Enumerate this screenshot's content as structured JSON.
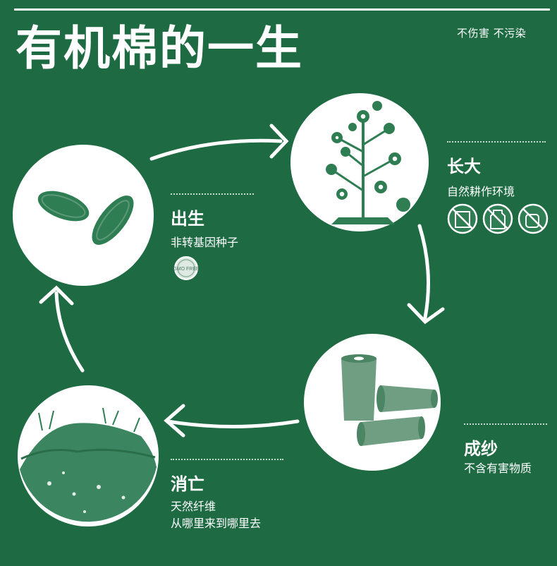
{
  "title": "有机棉的一生",
  "tagline": "不伤害 不污染",
  "stages": {
    "birth": {
      "head": "出生",
      "sub": "非转基因种子",
      "badge": "GMO FREE"
    },
    "grow": {
      "head": "长大",
      "sub": "自然耕作环境",
      "icons": [
        "no-fertilizer-icon",
        "no-pesticide-icon",
        "no-spray-icon"
      ]
    },
    "yarn": {
      "head": "成纱",
      "sub": "不含有害物质"
    },
    "decay": {
      "head": "消亡",
      "sub1": "天然纤维",
      "sub2": "从哪里来到哪里去"
    }
  },
  "colors": {
    "background": "#1e6b43",
    "accent": "#ffffff",
    "illustration": "#2f7d53"
  }
}
